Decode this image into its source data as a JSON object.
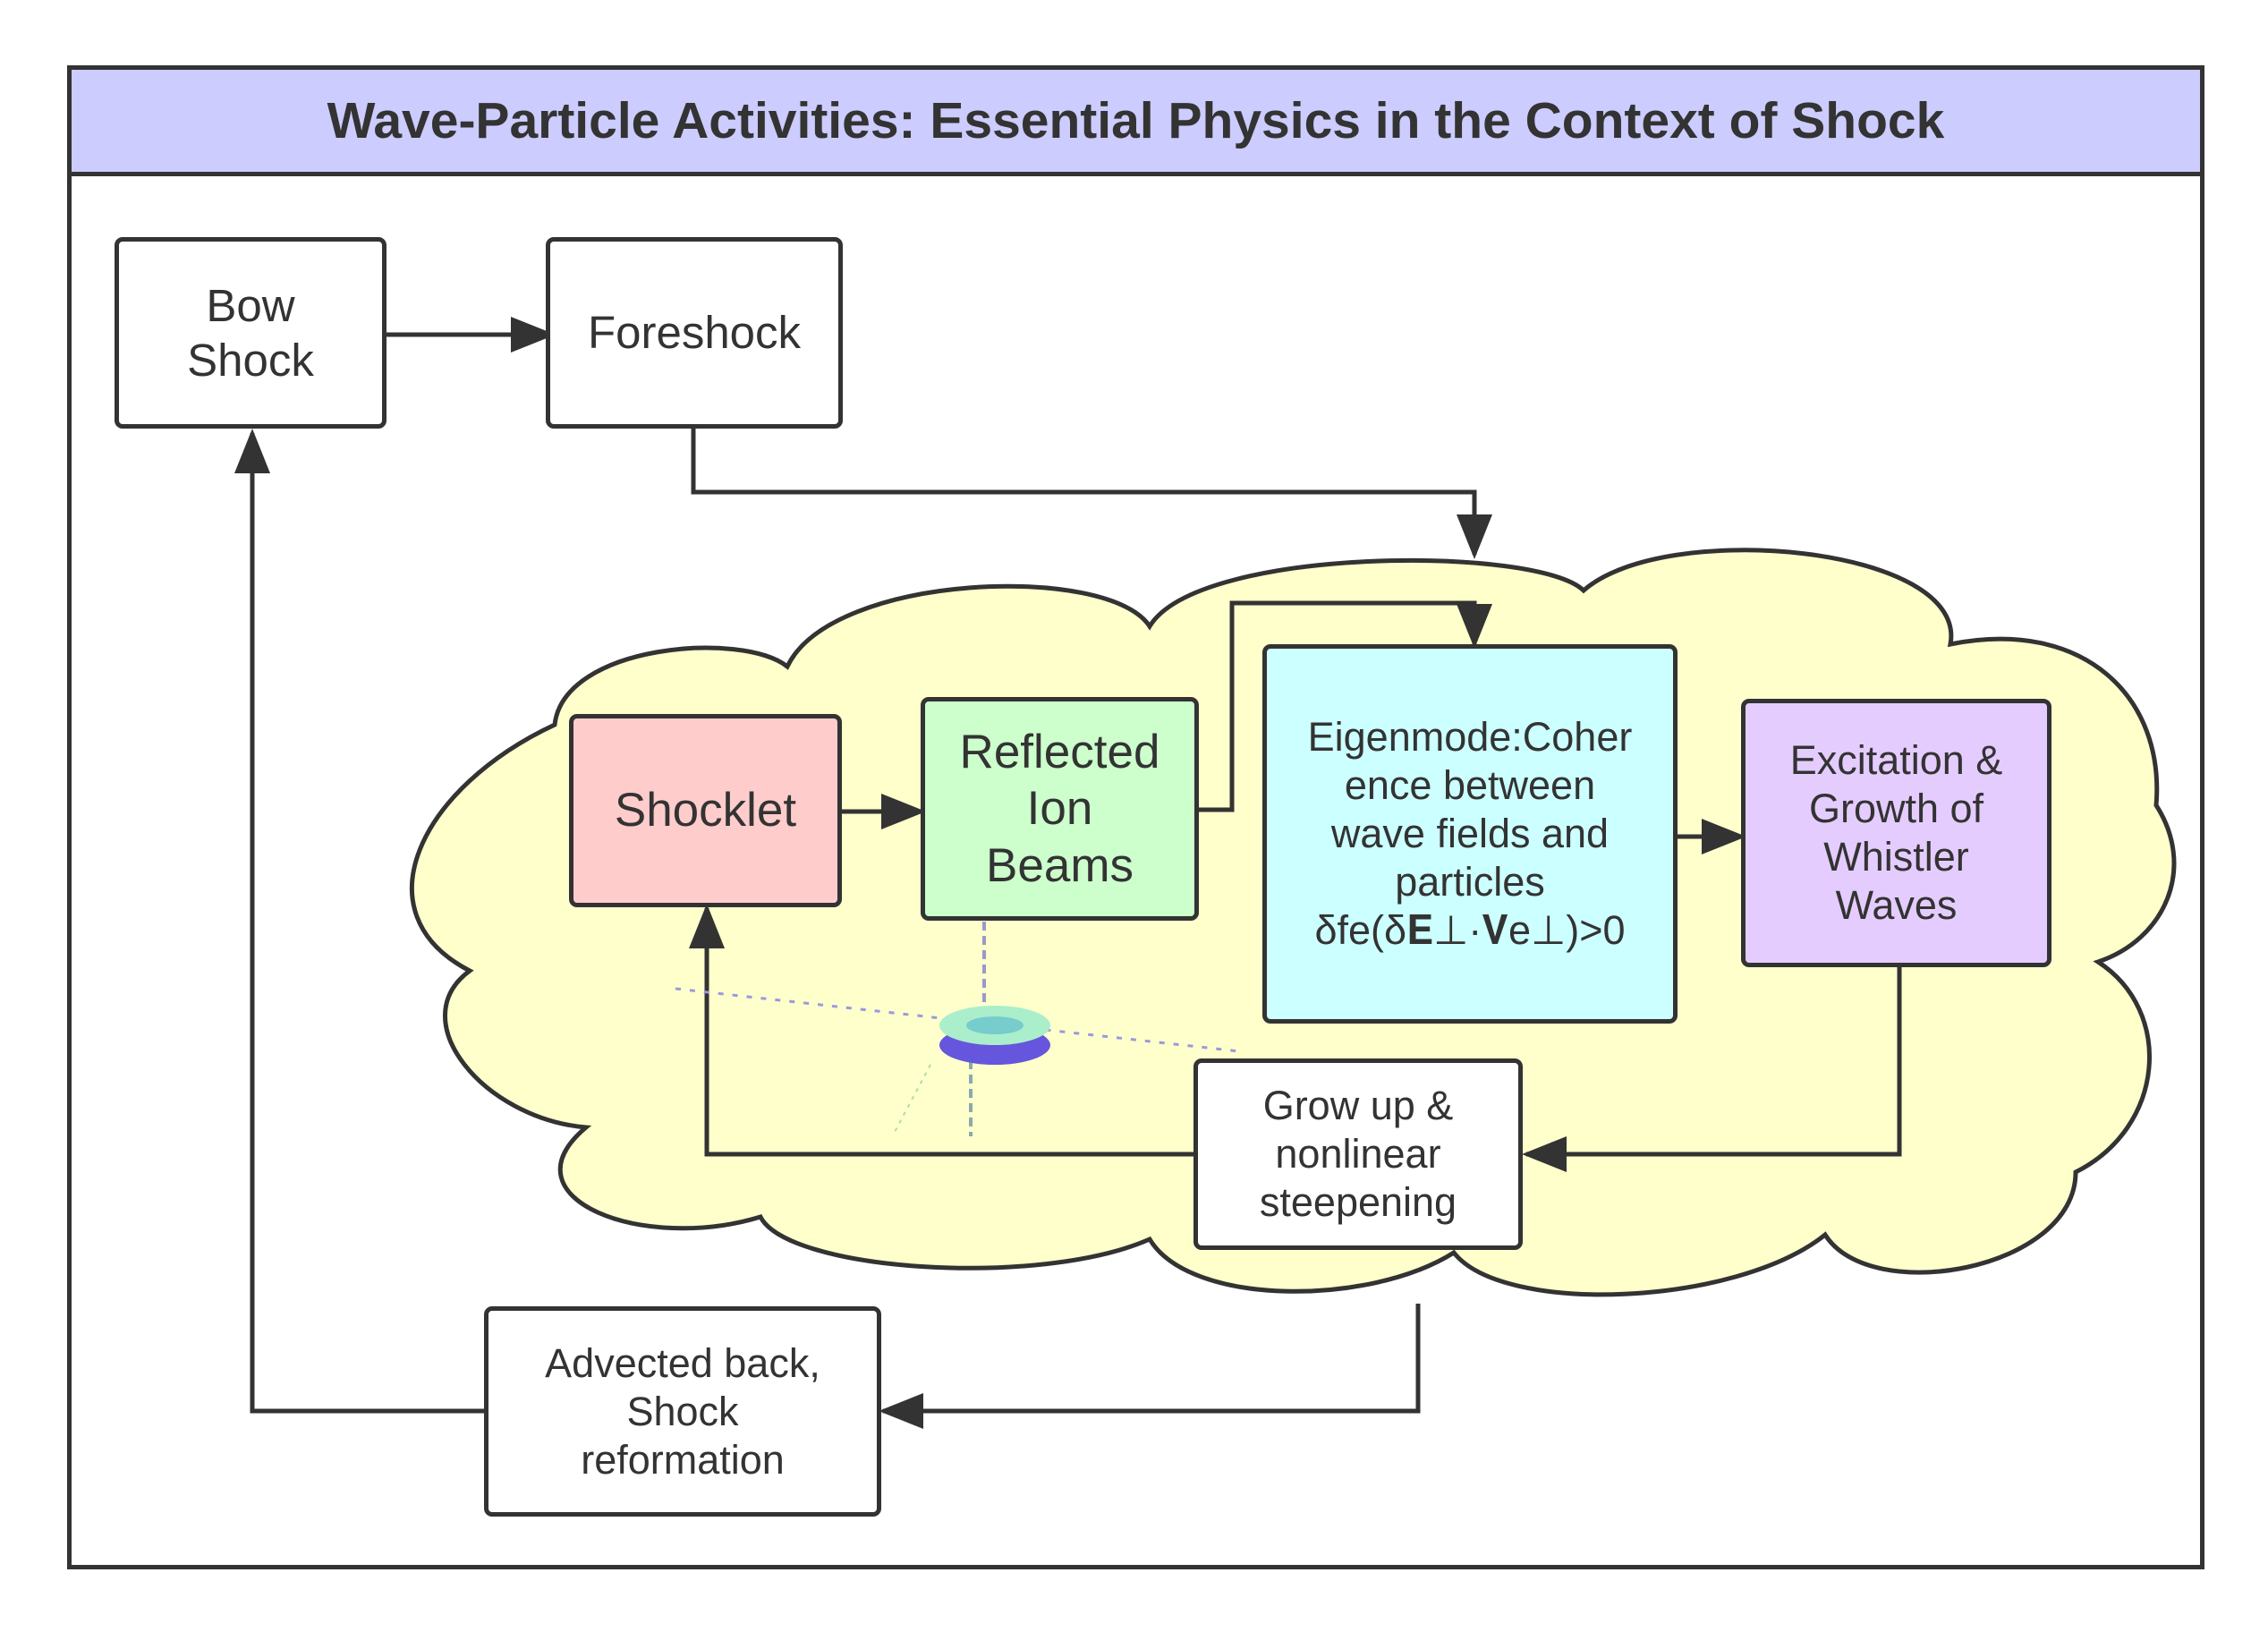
{
  "title": "Wave-Particle Activities: Essential Physics in the Context of Shock",
  "colors": {
    "title_bg": "#ccccff",
    "cloud_fill": "#ffffcc",
    "shocklet": "#ffcccc",
    "reflected": "#ccffcc",
    "eigenmode": "#ccffff",
    "excitation": "#e5ccff",
    "default_box": "#ffffff",
    "stroke": "#333333"
  },
  "nodes": {
    "bow_shock": "Bow\nShock",
    "foreshock": "Foreshock",
    "shocklet": "Shocklet",
    "reflected_ion_beams": "Reflected\nIon\nBeams",
    "eigenmode": "Eigenmode:Coher\nence between\nwave fields and\nparticles\nδfe(δ𝐄⊥·𝐕e⊥)>0",
    "excitation": "Excitation &\nGrowth of\nWhistler\nWaves",
    "grow_up": "Grow up &\nnonlinear\nsteepening",
    "advected": "Advected back,\nShock\nreformation"
  }
}
